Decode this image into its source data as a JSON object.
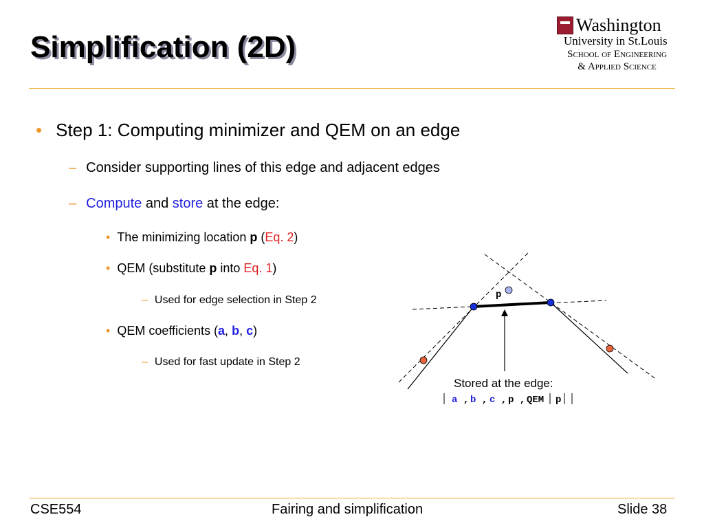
{
  "title": "Simplification (2D)",
  "logo": {
    "line1": "Washington",
    "line2": "University in St.Louis",
    "line3": "School of Engineering",
    "line4": "& Applied Science"
  },
  "bullets": {
    "b1": "Step 1: Computing minimizer and QEM on an edge",
    "b1_1": "Consider supporting lines of this edge and adjacent edges",
    "b1_2": {
      "w1": "Compute",
      "w2": " and ",
      "w3": "store",
      "w4": " at the edge:"
    },
    "b3_1": {
      "t1": "The minimizing location ",
      "p": "p",
      "t2": " (",
      "eq": "Eq. 2",
      "t3": ")"
    },
    "b3_2": {
      "t1": "QEM (substitute ",
      "p": "p",
      "t2": " into ",
      "eq": "Eq. 1",
      "t3": ")"
    },
    "b4_1": "Used for edge selection in Step 2",
    "b3_3": {
      "t1": "QEM coefficients (",
      "a": "a",
      "s1": ", ",
      "b": "b",
      "s2": ", ",
      "c": "c",
      "t2": ")"
    },
    "b4_2": "Used for fast update in Step 2"
  },
  "diagram": {
    "point_label": "p",
    "caption": "Stored at the edge:",
    "stored": {
      "a": "a",
      "comma1": ",",
      "b": "b",
      "comma2": ",",
      "c": "c",
      "comma3": ",",
      "p": "p",
      "comma4": ",",
      "qem": "QEM",
      "p2": "p"
    },
    "colors": {
      "blue_vertex": "#1530d8",
      "orange_vertex": "#e8643c",
      "minimizer": "#a8b4f0"
    }
  },
  "footer": {
    "left": "CSE554",
    "center": "Fairing and simplification",
    "right": "Slide 38"
  }
}
